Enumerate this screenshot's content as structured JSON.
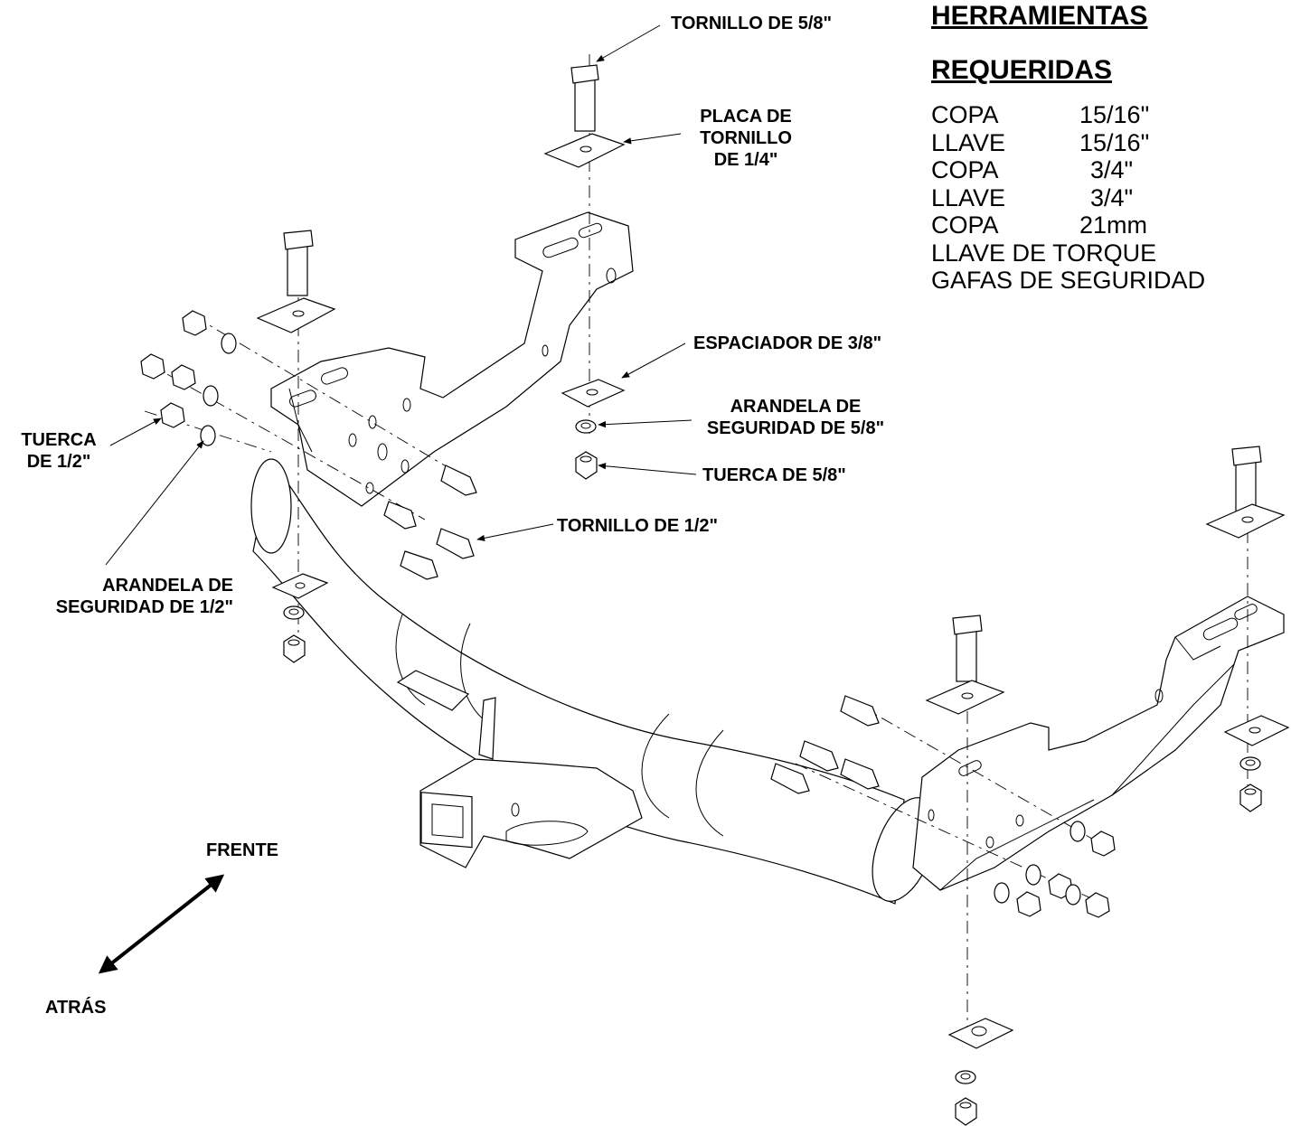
{
  "tools": {
    "heading_line1": "HERRAMIENTAS",
    "heading_line2": "REQUERIDAS",
    "items": [
      {
        "name": "COPA",
        "size": "15/16\""
      },
      {
        "name": "LLAVE",
        "size": "15/16\""
      },
      {
        "name": "COPA",
        "size": "3/4\""
      },
      {
        "name": "LLAVE",
        "size": "3/4\""
      },
      {
        "name": "COPA",
        "size": "21mm"
      }
    ],
    "extra": [
      "LLAVE DE TORQUE",
      "GAFAS DE SEGURIDAD"
    ]
  },
  "callouts": {
    "bolt_5_8": "TORNILLO DE 5/8\"",
    "plate_1_4": [
      "PLACA DE",
      "TORNILLO",
      "DE 1/4\""
    ],
    "spacer_3_8": "ESPACIADOR DE 3/8\"",
    "lockwasher_5_8": [
      "ARANDELA DE",
      "SEGURIDAD DE 5/8\""
    ],
    "nut_5_8": "TUERCA DE 5/8\"",
    "bolt_1_2": "TORNILLO DE 1/2\"",
    "nut_1_2": [
      "TUERCA",
      "DE 1/2\""
    ],
    "lockwasher_1_2": [
      "ARANDELA DE",
      "SEGURIDAD DE 1/2\""
    ]
  },
  "direction": {
    "front": "FRENTE",
    "rear": "ATRÁS"
  }
}
